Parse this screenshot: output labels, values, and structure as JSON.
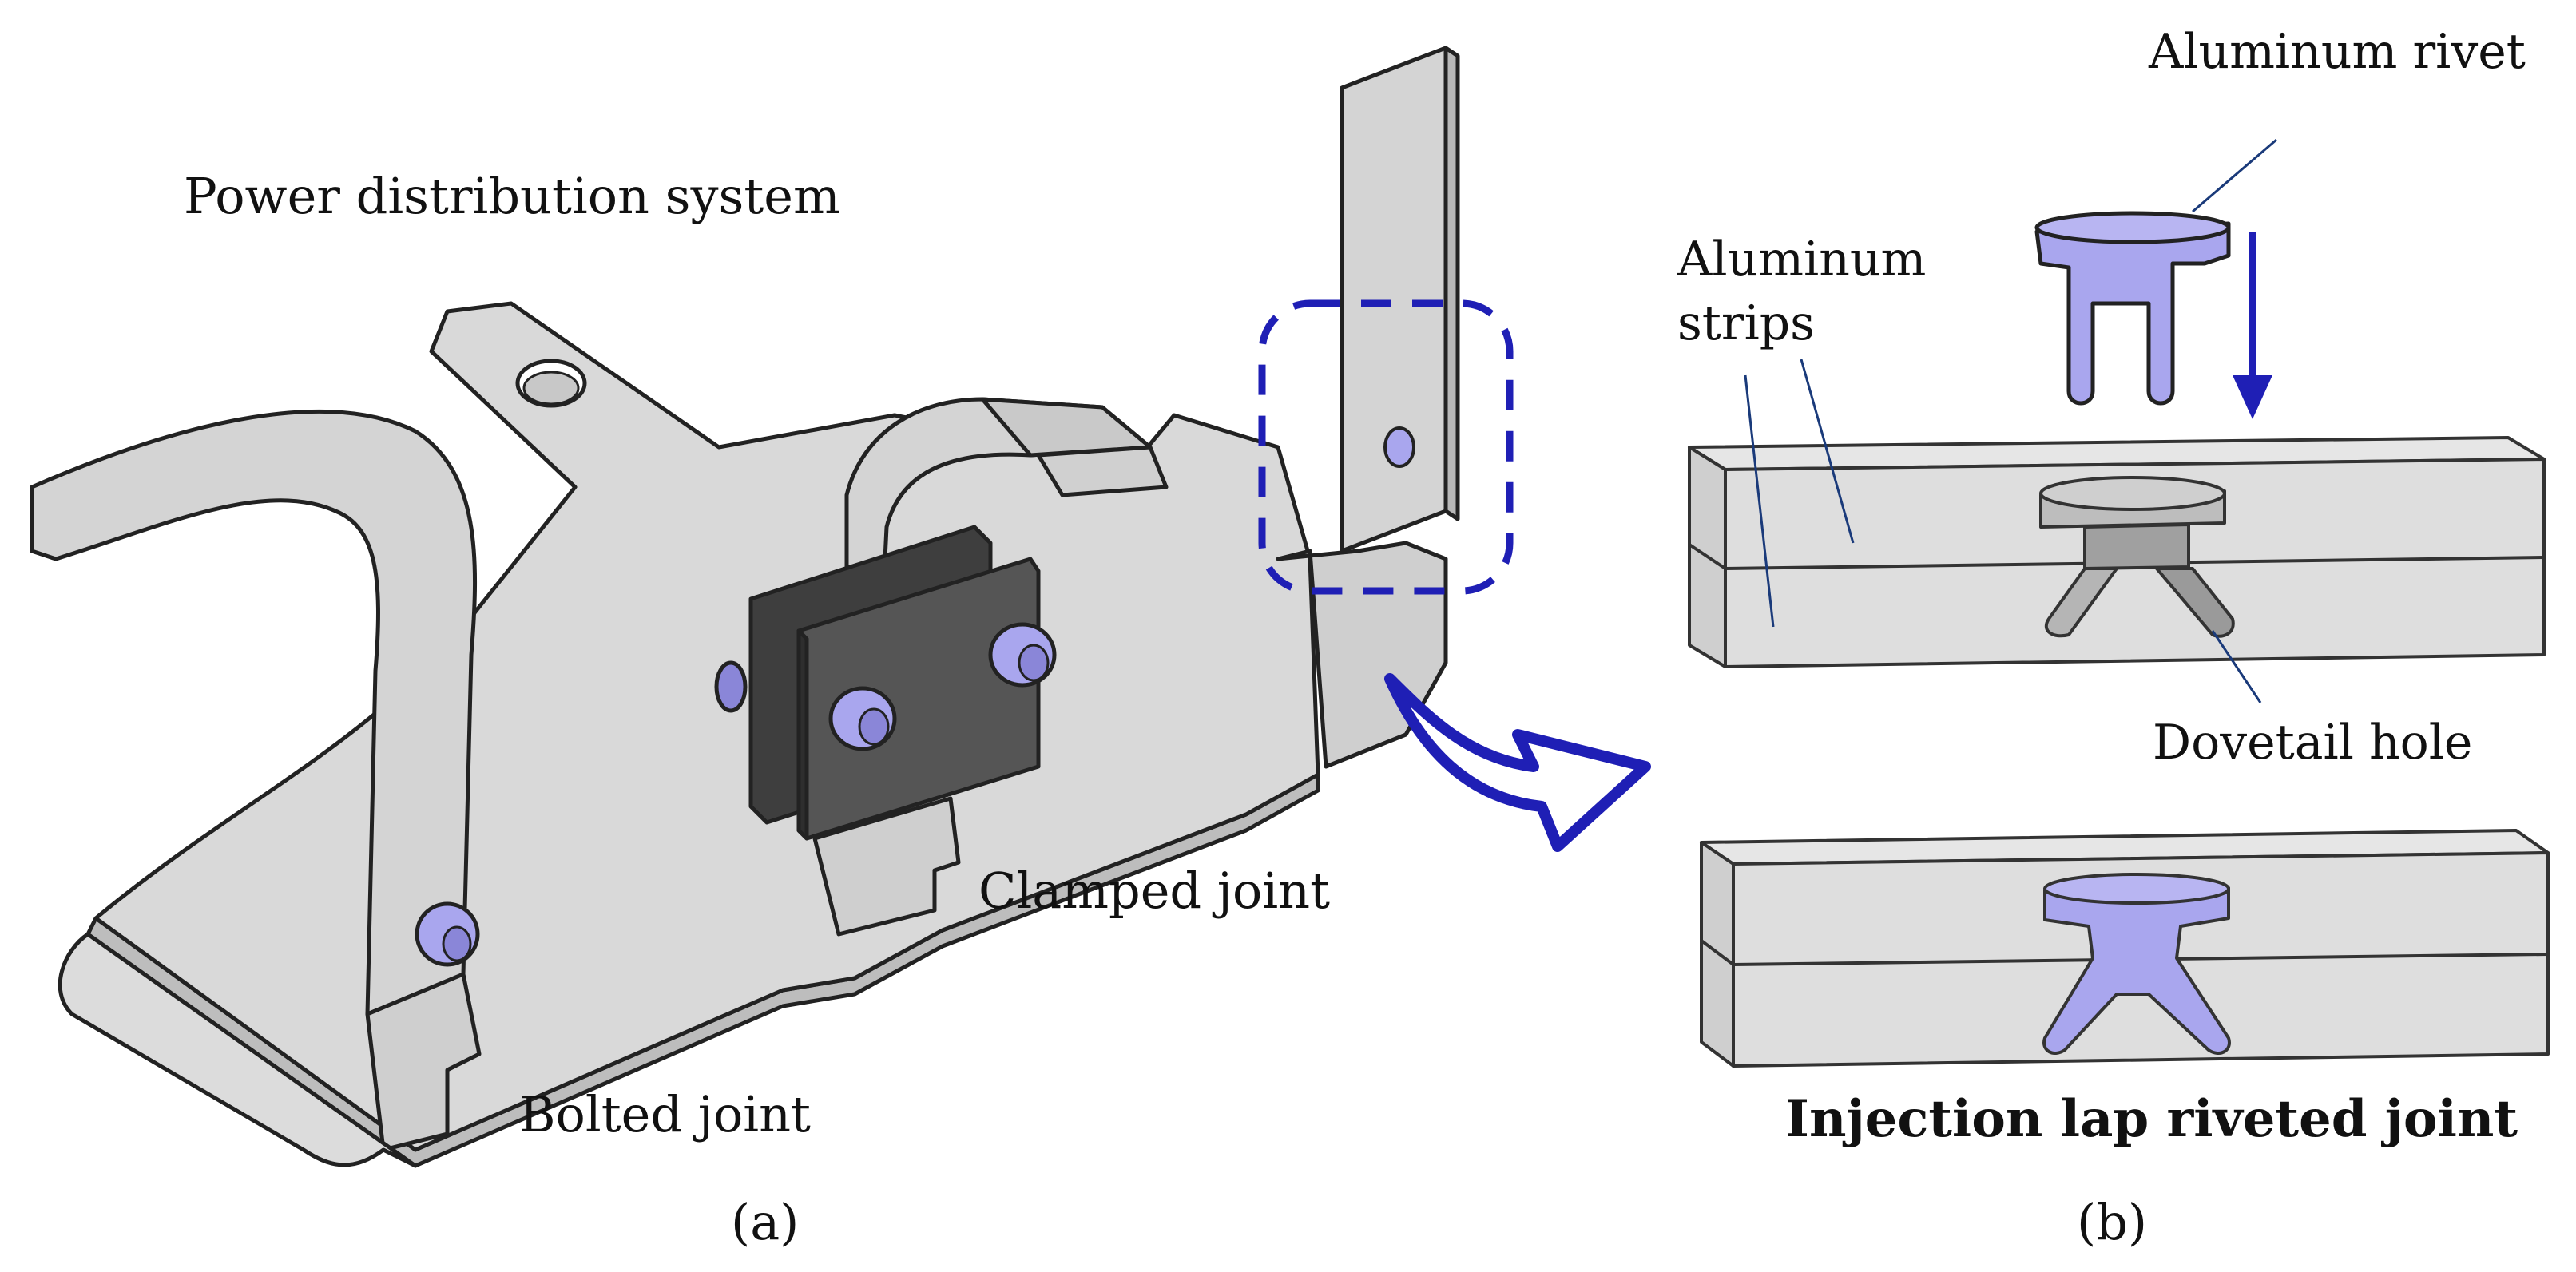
{
  "panel_a": {
    "title": "Power distribution system",
    "clamped_label": "Clamped joint",
    "bolted_label": "Bolted joint",
    "caption": "(a)"
  },
  "panel_b": {
    "rivet_label": "Aluminum rivet",
    "strips_label_line1": "Aluminum",
    "strips_label_line2": "strips",
    "dovetail_label": "Dovetail hole",
    "joint_title": "Injection lap riveted joint",
    "caption": "(b)"
  },
  "colors": {
    "metal": "#d7d7d7",
    "metal_dark": "#bdbdbd",
    "plate": "#4a4a4a",
    "bolt": "#a9a6ee",
    "accent": "#1f1fb5",
    "outline": "#222222"
  }
}
